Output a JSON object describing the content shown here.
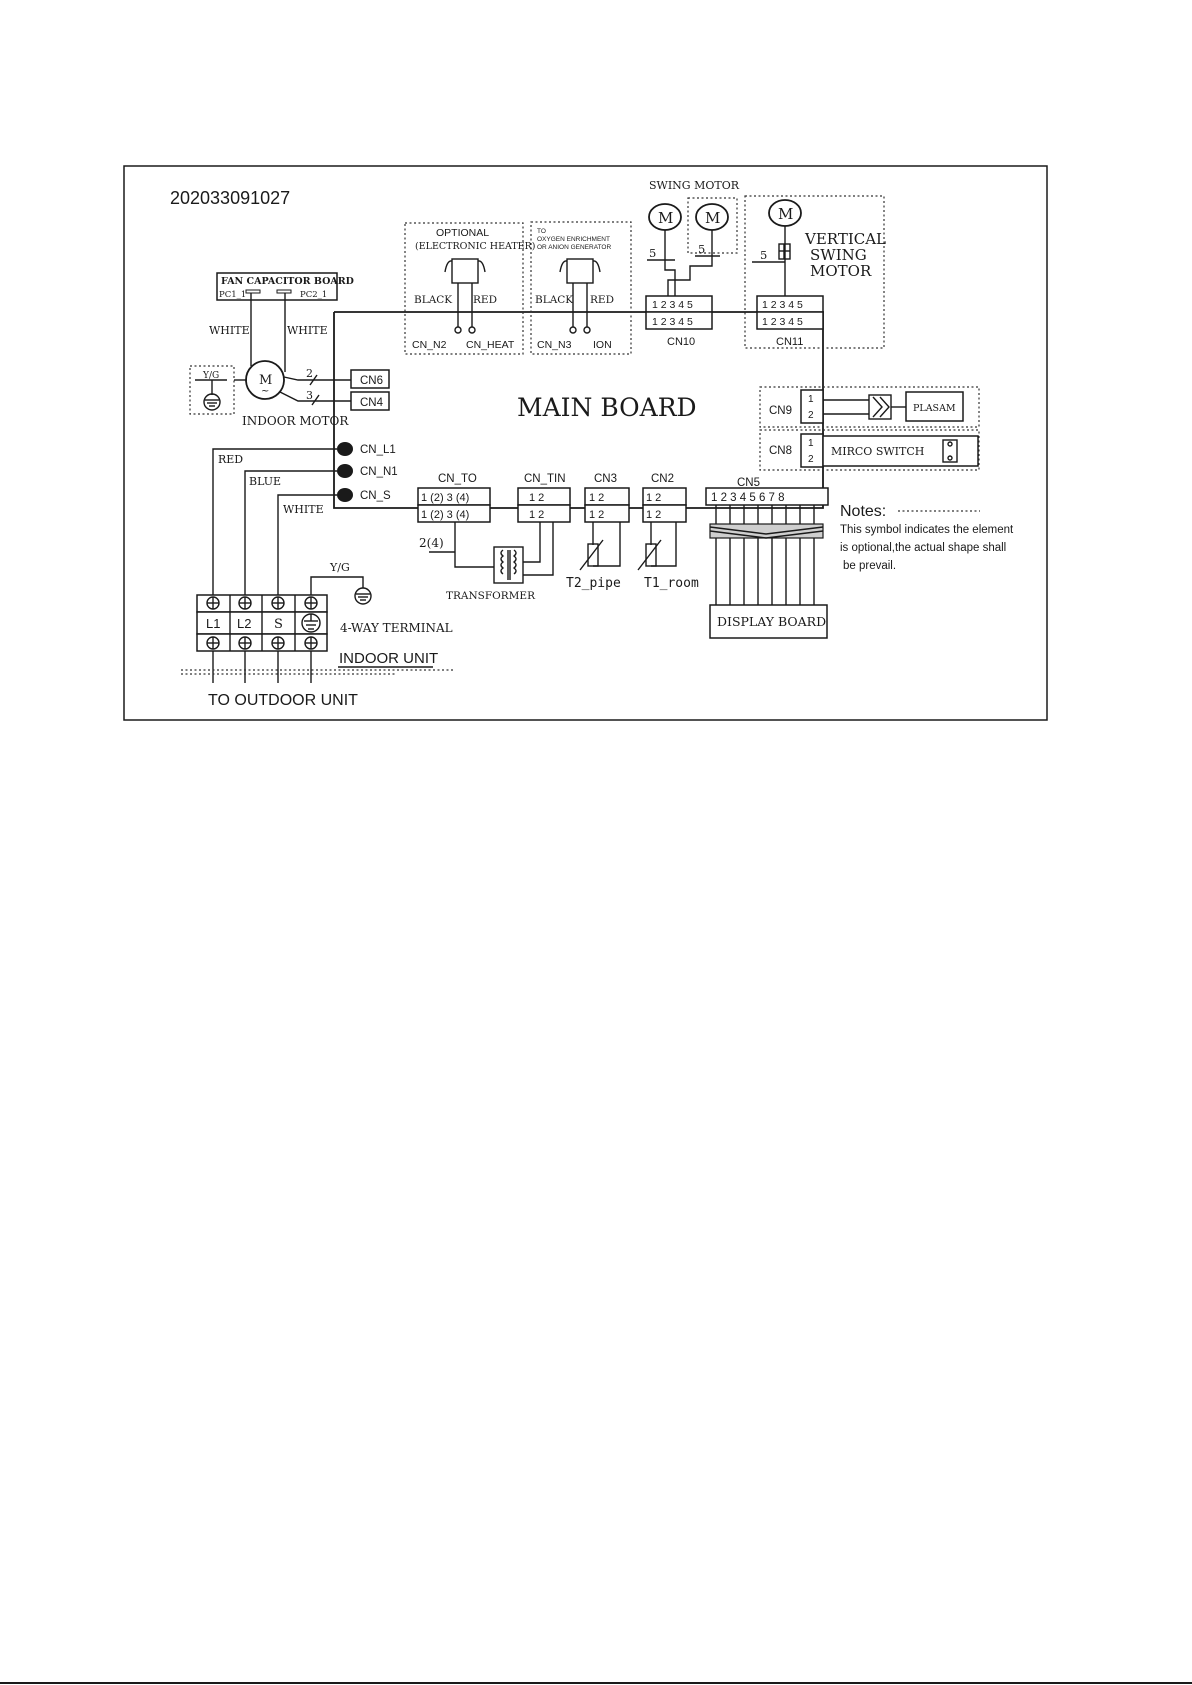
{
  "diagram": {
    "doc_number": "202033091027",
    "main_board": "MAIN BOARD",
    "fan_capacitor_board": "FAN CAPACITOR BOARD",
    "pc1": "PC1_1",
    "pc2": "PC2_1",
    "white": "WHITE",
    "yg": "Y/G",
    "motor_m": "M",
    "motor_tilde": "~",
    "indoor_motor": "INDOOR MOTOR",
    "wire_2": "2",
    "wire_3": "3",
    "wire_5": "5",
    "cn6": "CN6",
    "cn4": "CN4",
    "optional": "OPTIONAL",
    "electronic_heater": "(ELECTRONIC HEATER)",
    "black": "BLACK",
    "red": "RED",
    "cn_n2": "CN_N2",
    "cn_heat": "CN_HEAT",
    "to_oxygen_1": "TO",
    "to_oxygen_2": "OXYGEN ENRICHMENT",
    "to_oxygen_3": "OR ANION GENERATOR",
    "cn_n3": "CN_N3",
    "ion": "ION",
    "swing_motor": "SWING MOTOR",
    "cn10": "CN10",
    "pins_1_5": "1 2 3 4 5",
    "vertical_swing_motor_1": "VERTICAL",
    "vertical_swing_motor_2": "SWING",
    "vertical_swing_motor_3": "MOTOR",
    "cn11": "CN11",
    "cn9": "CN9",
    "plasma": "PLASAM",
    "cn8": "CN8",
    "micro_switch": "MIRCO SWITCH",
    "pin_1": "1",
    "pin_2": "2",
    "cn_l1": "CN_L1",
    "cn_n1": "CN_N1",
    "cn_s": "CN_S",
    "blue": "BLUE",
    "cn_to": "CN_TO",
    "cn_to_pins": "1 (2) 3 (4)",
    "cn_tin": "CN_TIN",
    "pins_1_2": "1   2",
    "cn3": "CN3",
    "cn2": "CN2",
    "cn5": "CN5",
    "pins_1_8": "1 2 3 4 5 6 7 8",
    "wire_2_4": "2(4)",
    "transformer": "TRANSFORMER",
    "t2_pipe": "T2_pipe",
    "t1_room": "T1_room",
    "display_board": "DISPLAY BOARD",
    "terminal_l1": "L1",
    "terminal_l2": "L2",
    "terminal_s": "S",
    "four_way_terminal": "4-WAY TERMINAL",
    "indoor_unit": "INDOOR UNIT",
    "to_outdoor_unit": "TO OUTDOOR UNIT",
    "notes_title": "Notes:",
    "notes_line1": "This symbol  indicates the element",
    "notes_line2": "is optional,the actual shape shall",
    "notes_line3": "be prevail."
  }
}
